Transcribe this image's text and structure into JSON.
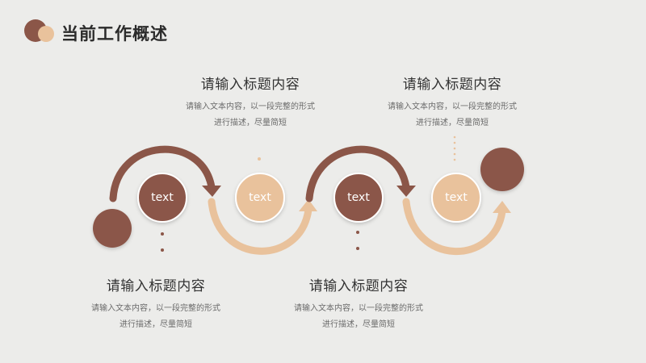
{
  "page": {
    "title": "当前工作概述"
  },
  "colors": {
    "dark_brown": "#8b5648",
    "light_tan": "#e9c29c",
    "background": "#ececea"
  },
  "cards": [
    {
      "title": "请输入标题内容",
      "desc": "请输入文本内容，以一段完整的形式进行描述，尽量简短"
    },
    {
      "title": "请输入标题内容",
      "desc": "请输入文本内容，以一段完整的形式进行描述，尽量简短"
    },
    {
      "title": "请输入标题内容",
      "desc": "请输入文本内容，以一段完整的形式进行描述，尽量简短"
    },
    {
      "title": "请输入标题内容",
      "desc": "请输入文本内容，以一段完整的形式进行描述，尽量简短"
    }
  ],
  "nodes": [
    {
      "label": "text",
      "tone": "dark"
    },
    {
      "label": "text",
      "tone": "light"
    },
    {
      "label": "text",
      "tone": "dark"
    },
    {
      "label": "text",
      "tone": "light"
    }
  ]
}
